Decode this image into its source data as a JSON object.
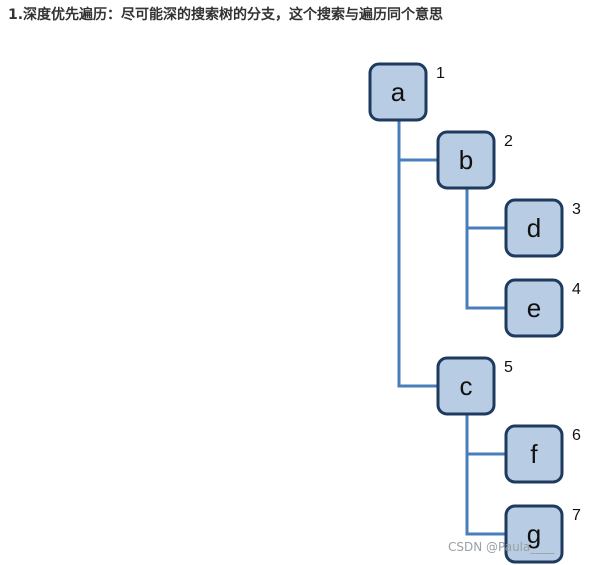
{
  "heading": "1.深度优先遍历：尽可能深的搜索树的分支，这个搜索与遍历同个意思",
  "tree": {
    "nodes": [
      {
        "id": "a",
        "label": "a",
        "order": "1"
      },
      {
        "id": "b",
        "label": "b",
        "order": "2"
      },
      {
        "id": "d",
        "label": "d",
        "order": "3"
      },
      {
        "id": "e",
        "label": "e",
        "order": "4"
      },
      {
        "id": "c",
        "label": "c",
        "order": "5"
      },
      {
        "id": "f",
        "label": "f",
        "order": "6"
      },
      {
        "id": "g",
        "label": "g",
        "order": "7"
      }
    ],
    "edges": [
      {
        "from": "a",
        "to": "b"
      },
      {
        "from": "a",
        "to": "c"
      },
      {
        "from": "b",
        "to": "d"
      },
      {
        "from": "b",
        "to": "e"
      },
      {
        "from": "c",
        "to": "f"
      },
      {
        "from": "c",
        "to": "g"
      }
    ]
  },
  "watermark": "CSDN @Paula____",
  "colors": {
    "node_fill": "#b8cce4",
    "node_border": "#1f3a5f",
    "edge": "#4a7ebb"
  }
}
